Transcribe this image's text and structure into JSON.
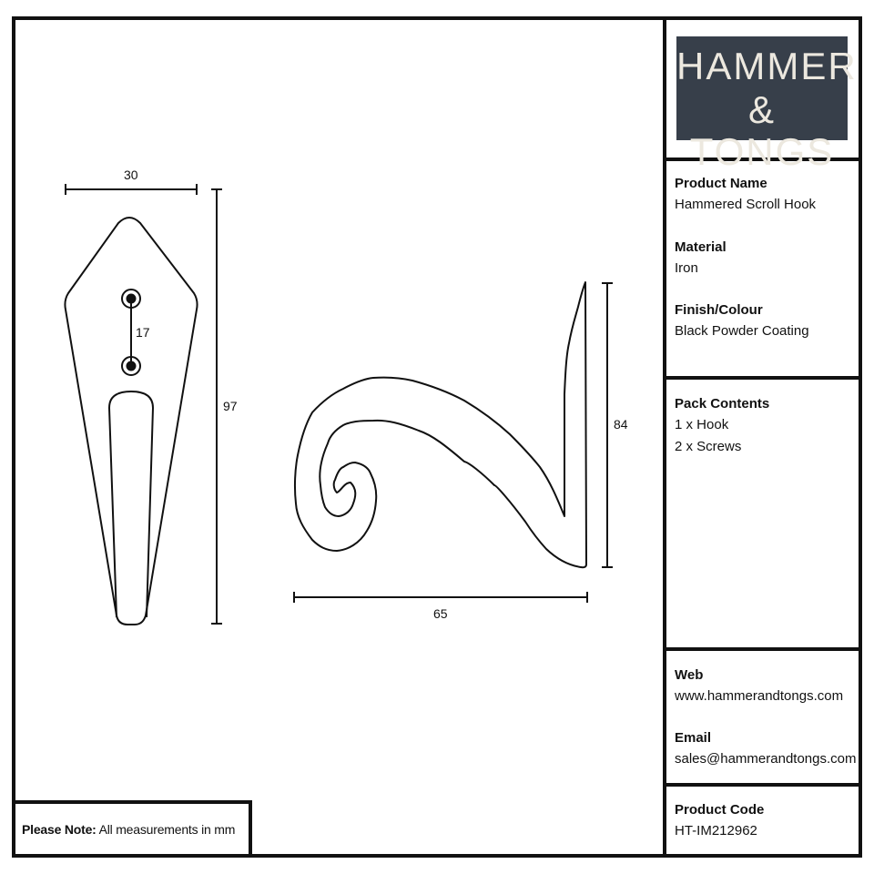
{
  "logo": {
    "line1": "HAMMER",
    "line2": "& TONGS",
    "bg_color": "#373f4a",
    "text_color": "#ece8df"
  },
  "specs": {
    "product_name_label": "Product Name",
    "product_name": "Hammered Scroll Hook",
    "material_label": "Material",
    "material": "Iron",
    "finish_label": "Finish/Colour",
    "finish": "Black Powder Coating",
    "pack_label": "Pack Contents",
    "pack_items": [
      "1 x Hook",
      "2 x Screws"
    ],
    "web_label": "Web",
    "web": "www.hammerandtongs.com",
    "email_label": "Email",
    "email": "sales@hammerandtongs.com",
    "code_label": "Product Code",
    "code": "HT-IM212962"
  },
  "note": {
    "label": "Please Note:",
    "text": "All measurements in mm"
  },
  "dimensions": {
    "front_width": "30",
    "front_height": "97",
    "screw_spacing": "17",
    "side_height": "84",
    "side_depth": "65"
  }
}
